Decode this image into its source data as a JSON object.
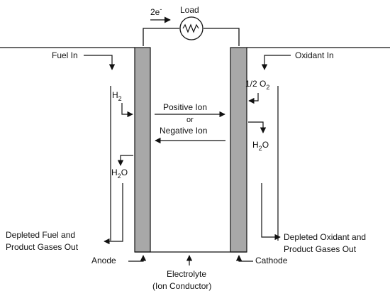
{
  "labels": {
    "electrons": "2e",
    "electrons_sup": "-",
    "load": "Load",
    "fuel_in": "Fuel In",
    "oxidant_in": "Oxidant In",
    "h2_main": "H",
    "h2_sub": "2",
    "o2_prefix": "1/2 O",
    "o2_sub": "2",
    "positive_ion": "Positive Ion",
    "or": "or",
    "negative_ion": "Negative Ion",
    "h2o_right_h": "H",
    "h2o_right_sub": "2",
    "h2o_right_o": "O",
    "h2o_left_h": "H",
    "h2o_left_sub": "2",
    "h2o_left_o": "O",
    "depleted_fuel_line1": "Depleted Fuel and",
    "depleted_fuel_line2": "Product Gases Out",
    "depleted_oxidant_line1": "Depleted Oxidant and",
    "depleted_oxidant_line2": "Product Gases Out",
    "anode": "Anode",
    "cathode": "Cathode",
    "electrolyte": "Electrolyte",
    "ion_conductor": "(Ion Conductor)"
  },
  "colors": {
    "electrode_fill": "#a8a8a8",
    "line": "#111111"
  }
}
